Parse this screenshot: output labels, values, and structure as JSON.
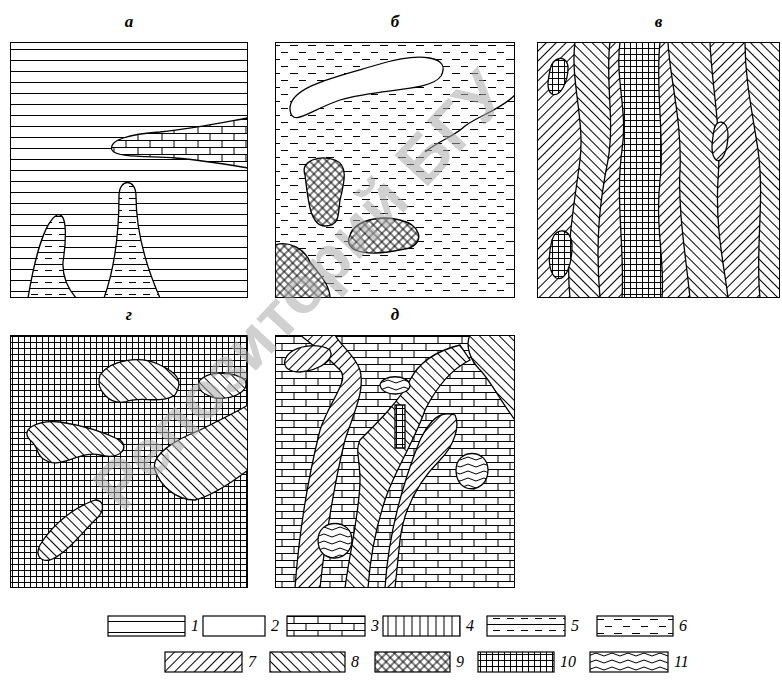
{
  "diagram": {
    "nodes": [
      {
        "text": [
          "а"
        ]
      },
      {
        "text": [
          "б"
        ]
      },
      {
        "text": [
          "в"
        ]
      },
      {
        "text": [
          "г"
        ]
      },
      {
        "text": [
          "д"
        ]
      }
    ],
    "labels": [
      "Репозиторий БГУ"
    ],
    "legend": [
      {
        "text": "1"
      },
      {
        "text": "2"
      },
      {
        "text": "3"
      },
      {
        "text": "4"
      },
      {
        "text": "5"
      },
      {
        "text": "6"
      },
      {
        "text": "7"
      },
      {
        "text": "8"
      },
      {
        "text": "9"
      },
      {
        "text": "10"
      },
      {
        "text": "11"
      }
    ]
  }
}
